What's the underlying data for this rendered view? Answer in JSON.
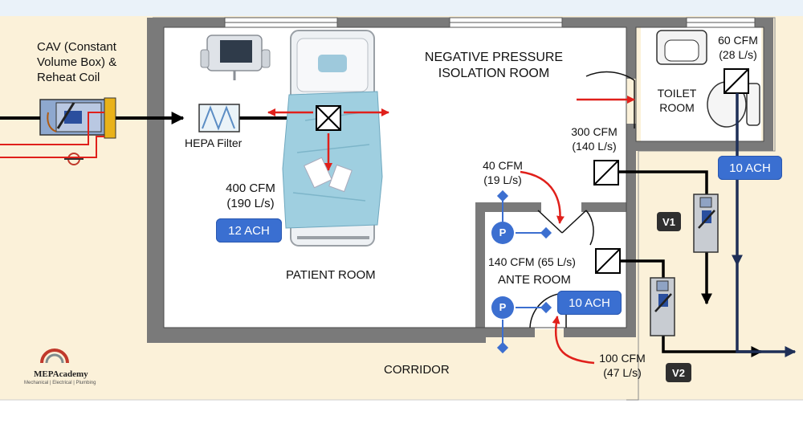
{
  "cav_label": "CAV (Constant\nVolume Box) &\nReheat Coil",
  "hepa_label": "HEPA Filter",
  "room_title": "NEGATIVE PRESSURE\nISOLATION ROOM",
  "patient_room": {
    "cfm": "400 CFM\n(190 L/s)",
    "ach": "12 ACH",
    "label": "PATIENT ROOM"
  },
  "toilet": {
    "cfm": "60 CFM\n(28 L/s)",
    "label": "TOILET\nROOM",
    "ach": "10 ACH"
  },
  "transfer_300": "300 CFM\n(140 L/s)",
  "transfer_40": "40 CFM\n(19 L/s)",
  "ante": {
    "cfm": "140 CFM (65 L/s)",
    "label": "ANTE ROOM",
    "ach": "10 ACH"
  },
  "corridor": {
    "label": "CORRIDOR",
    "cfm": "100 CFM\n(47 L/s)"
  },
  "valves": {
    "v1": "V1",
    "v2": "V2"
  },
  "pressure_symbol": "P",
  "logo": {
    "name": "MEPAcademy",
    "tagline": "Mechanical | Electrical | Plumbing"
  },
  "colors": {
    "wall": "#7a7a7a",
    "corridor_fill": "#fbf1d9",
    "room_fill": "#ffffff",
    "badge": "#3a6fd1",
    "supply_red": "#e0201b",
    "exhaust_navy": "#1e2f57",
    "pressure_sensor": "#3c6fd0"
  }
}
